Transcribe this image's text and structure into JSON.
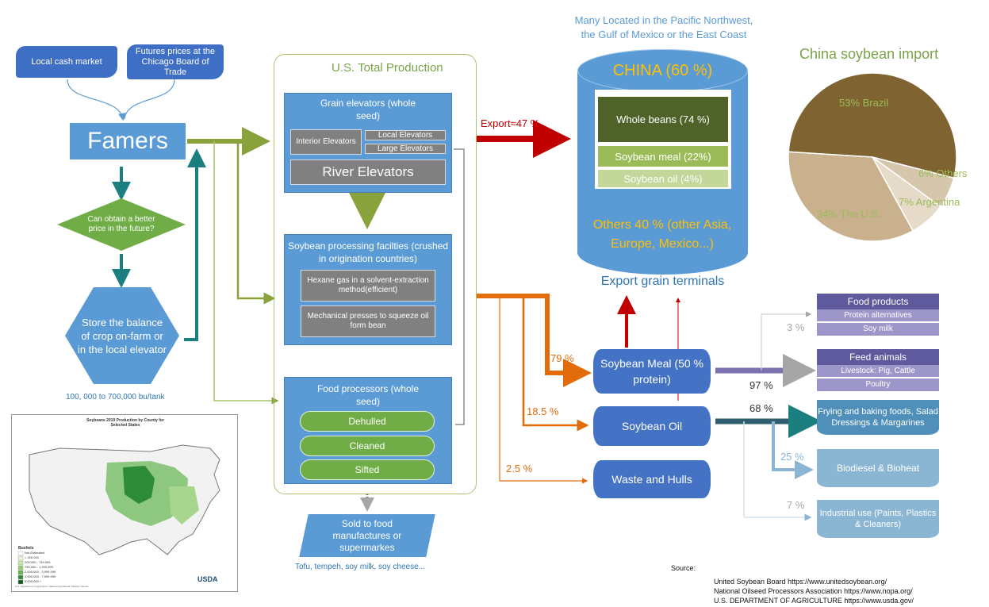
{
  "inputs": {
    "local_cash_market": "Local cash market",
    "futures": "Futures prices at the Chicago Board of Trade"
  },
  "farmers": "Famers",
  "decision": "Can obtain a better price in the future?",
  "store": "Store the balance of crop on-farm or in the local elevator",
  "capacity": "100, 000 to 700,000 bu/tank",
  "production_title": "U.S. Total Production",
  "grain": {
    "title": "Grain elevators (whole seed)",
    "interior": "Interior Elevators",
    "local": "Local Elevators",
    "large": "Large Elevators",
    "river": "River Elevators"
  },
  "processing": {
    "title": "Soybean processing facilties (crushed in origination countries)",
    "hexane": "Hexane gas in a solvent-extraction method(efficient)",
    "mechanical": "Mechanical presses to squeeze oil form bean"
  },
  "food_processors": {
    "title": "Food processors (whole seed)",
    "items": [
      "Dehulled",
      "Cleaned",
      "Sifted"
    ]
  },
  "sold": "Sold to food manufactures or supermarkes",
  "sold_examples": "Tofu, tempeh, soy milk, soy cheese...",
  "export_label": "Export≈47 %",
  "ports_note": "Many Located in the Pacific Northwest, the Gulf of Mexico or the East Coast",
  "china": {
    "title": "CHINA (60 %)",
    "items": [
      "Whole beans (74 %)",
      "Soybean meal (22%)",
      "Soybean oil (4%)"
    ],
    "others": "Others 40 % (other Asia, Europe, Mexico...)"
  },
  "export_terminals": "Export grain terminals",
  "pie": {
    "title": "China soybean import",
    "labels": [
      "53% Brazil",
      "34% The U.S.",
      "7% Argentina",
      "6% Others"
    ]
  },
  "chart_data": {
    "type": "pie",
    "title": "China soybean import",
    "slices": [
      {
        "label": "Brazil",
        "value": 53,
        "color": "#7f6431"
      },
      {
        "label": "The U.S.",
        "value": 34,
        "color": "#c9b18d"
      },
      {
        "label": "Argentina",
        "value": 7,
        "color": "#e6dac8"
      },
      {
        "label": "Others",
        "value": 6,
        "color": "#d6c6ac"
      }
    ]
  },
  "products": {
    "meal": "Soybean Meal (50 % protein)",
    "oil": "Soybean Oil",
    "waste": "Waste and Hulls",
    "meal_pct": "79 %",
    "oil_pct": "18.5 %",
    "waste_pct": "2.5 %"
  },
  "uses": {
    "food_title": "Food products",
    "food_items": [
      "Protein alternatives",
      "Soy milk"
    ],
    "food_pct": "3 %",
    "feed_title": "Feed animals",
    "feed_items": [
      "Livestock: Pig, Cattle",
      "Poultry"
    ],
    "feed_pct": "97 %",
    "frying": "Frying and baking foods, Salad Dressings & Margarines",
    "frying_pct": "68 %",
    "biodiesel": "Biodiesel & Bioheat",
    "biodiesel_pct": "25 %",
    "industrial": "Industrial use (Paints, Plastics & Cleaners)",
    "industrial_pct": "7 %"
  },
  "map": {
    "title": "Soybeans 2019 Production by County for Selected States",
    "legend_title": "Bushels",
    "legend": [
      "Not Estimated",
      "< 200,000",
      "200,000 - 749,999",
      "750,000 - 1,999,999",
      "2,000,000 - 3,999,999",
      "4,000,000 - 7,999,999",
      "8,000,000 +"
    ],
    "logo": "USDA",
    "footer": "U.S. Department of Agriculture, National Agricultural Statistics Service"
  },
  "sources": {
    "label": "Source:",
    "lines": [
      "United Soybean Board  https://www.unitedsoybean.org/",
      "National Oilseed Processors Association  https://www.nopa.org/",
      "U.S. DEPARTMENT OF AGRICULTURE  https://www.usda.gov/"
    ]
  },
  "colors": {
    "dark_blue": "#4472c4",
    "light_blue": "#5b9bd5",
    "green": "#70ad47",
    "olive": "#8aa23c",
    "teal": "#1b7f7f",
    "red": "#c00000",
    "orange": "#e36c0a",
    "purple": "#5f5a9e"
  }
}
